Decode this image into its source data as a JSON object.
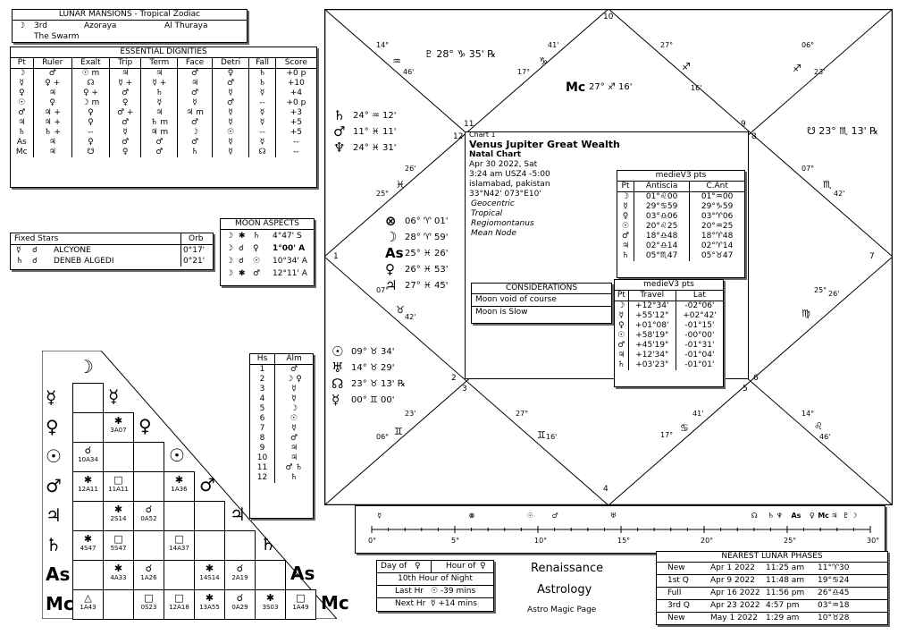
{
  "lunar_mansions": {
    "title": "LUNAR MANSIONS - Tropical Zodiac",
    "moon_glyph": "☽",
    "number": "3rd",
    "name": "Azoraya",
    "arabic": "Al Thuraya",
    "english": "The Swarm"
  },
  "dignities": {
    "title": "ESSENTIAL DIGNITIES",
    "headers": [
      "Pt",
      "Ruler",
      "Exalt",
      "Trip",
      "Term",
      "Face",
      "Detri",
      "Fall",
      "Score"
    ],
    "rows": [
      [
        "☽",
        "♂",
        "☉ m",
        "♃",
        "♃",
        "♂",
        "♀",
        "♄",
        "+0 p"
      ],
      [
        "☿",
        "♀ +",
        "☊",
        "☿ +",
        "☿ +",
        "♃",
        "♂",
        "♄",
        "+10"
      ],
      [
        "♀",
        "♃",
        "♀ +",
        "♂",
        "♄",
        "♂",
        "☿",
        "☿",
        "+4"
      ],
      [
        "☉",
        "♀",
        "☽ m",
        "♀",
        "☿",
        "☿",
        "♂",
        "--",
        "+0 p"
      ],
      [
        "♂",
        "♃ +",
        "♀",
        "♂ +",
        "♃",
        "♃ m",
        "☿",
        "☿",
        "+3"
      ],
      [
        "♃",
        "♃ +",
        "♀",
        "♂",
        "♄ m",
        "♂",
        "☿",
        "☿",
        "+5"
      ],
      [
        "♄",
        "♄ +",
        "--",
        "☿",
        "♃ m",
        "☽",
        "☉",
        "--",
        "+5"
      ],
      [
        "As",
        "♃",
        "♀",
        "♂",
        "♂",
        "♂",
        "☿",
        "☿",
        "--"
      ],
      [
        "Mc",
        "♃",
        "☋",
        "♀",
        "♂",
        "♄",
        "☿",
        "☊",
        "--"
      ]
    ]
  },
  "fixed_stars": {
    "header_left": "Fixed Stars",
    "header_right": "Orb",
    "rows": [
      {
        "p1": "☿",
        "asp": "☌",
        "name": "ALCYONE",
        "orb": "0°17'"
      },
      {
        "p1": "♄",
        "asp": "☌",
        "name": "DENEB ALGEDI",
        "orb": "0°21'"
      }
    ]
  },
  "moon_aspects": {
    "title": "MOON ASPECTS",
    "rows": [
      {
        "a": "☽",
        "asp": "✱",
        "b": "♄",
        "val": "4°47' S"
      },
      {
        "a": "☽",
        "asp": "☌",
        "b": "♀",
        "val": "1°00' A"
      },
      {
        "a": "☽",
        "asp": "☌",
        "b": "☉",
        "val": "10°34' A"
      },
      {
        "a": "☽",
        "asp": "✱",
        "b": "♂",
        "val": "12°11' A"
      }
    ]
  },
  "almutens": {
    "headers": [
      "Hs",
      "Alm"
    ],
    "rows": [
      [
        "1",
        "♂"
      ],
      [
        "2",
        "☽ ♀"
      ],
      [
        "3",
        "☿"
      ],
      [
        "4",
        "☿"
      ],
      [
        "5",
        "☽"
      ],
      [
        "6",
        "☉"
      ],
      [
        "7",
        "☿"
      ],
      [
        "8",
        "♂"
      ],
      [
        "9",
        "♃"
      ],
      [
        "10",
        "♃"
      ],
      [
        "11",
        "♂ ♄"
      ],
      [
        "12",
        "♄"
      ]
    ]
  },
  "aspect_grid": {
    "planets": [
      "☽",
      "☿",
      "♀",
      "☉",
      "♂",
      "♃",
      "♄",
      "As",
      "Mc"
    ],
    "cells": [
      {
        "r": 2,
        "c": 1,
        "g": "✱",
        "t": "3A07"
      },
      {
        "r": 3,
        "c": 0,
        "g": "☌",
        "t": "10A34"
      },
      {
        "r": 4,
        "c": 0,
        "g": "✱",
        "t": "12A11"
      },
      {
        "r": 4,
        "c": 1,
        "g": "□",
        "t": "11A11"
      },
      {
        "r": 4,
        "c": 3,
        "g": "✱",
        "t": "1A36"
      },
      {
        "r": 5,
        "c": 1,
        "g": "✱",
        "t": "2S14"
      },
      {
        "r": 5,
        "c": 2,
        "g": "☌",
        "t": "0A52"
      },
      {
        "r": 6,
        "c": 0,
        "g": "✱",
        "t": "4S47"
      },
      {
        "r": 6,
        "c": 1,
        "g": "□",
        "t": "5S47"
      },
      {
        "r": 6,
        "c": 3,
        "g": "□",
        "t": "14A37"
      },
      {
        "r": 7,
        "c": 1,
        "g": "✱",
        "t": "4A33"
      },
      {
        "r": 7,
        "c": 2,
        "g": "☌",
        "t": "1A26"
      },
      {
        "r": 7,
        "c": 4,
        "g": "✱",
        "t": "14S14"
      },
      {
        "r": 7,
        "c": 5,
        "g": "☌",
        "t": "2A19"
      },
      {
        "r": 8,
        "c": 0,
        "g": "△",
        "t": "1A43"
      },
      {
        "r": 8,
        "c": 2,
        "g": "□",
        "t": "0S23"
      },
      {
        "r": 8,
        "c": 3,
        "g": "□",
        "t": "12A18"
      },
      {
        "r": 8,
        "c": 4,
        "g": "✱",
        "t": "13A55"
      },
      {
        "r": 8,
        "c": 5,
        "g": "☌",
        "t": "0A29"
      },
      {
        "r": 8,
        "c": 6,
        "g": "✱",
        "t": "3S03"
      },
      {
        "r": 8,
        "c": 7,
        "g": "□",
        "t": "1A49"
      }
    ]
  },
  "chart": {
    "house_numbers": [
      "10",
      "11",
      "12",
      "9",
      "8",
      "1",
      "7",
      "2",
      "3",
      "6",
      "5",
      "4"
    ],
    "cusps": [
      {
        "deg": "14°",
        "sign": "♒",
        "min": "46'"
      },
      {
        "deg": "17°",
        "sign": "♑",
        "min": "41'"
      },
      {
        "deg": "27°",
        "sign": "♐",
        "min": "16'"
      },
      {
        "deg": "06°",
        "sign": "♐",
        "min": "23'"
      },
      {
        "deg": "07°",
        "sign": "♏",
        "min": "42'"
      },
      {
        "deg": "25°",
        "sign": "♍",
        "min": "26'"
      },
      {
        "deg": "14°",
        "sign": "♌",
        "min": "46'"
      },
      {
        "deg": "17°",
        "sign": "♋",
        "min": "41'"
      },
      {
        "deg": "27°",
        "sign": "♊",
        "min": "16'"
      },
      {
        "deg": "06°",
        "sign": "♊",
        "min": "23'"
      },
      {
        "deg": "07°",
        "sign": "♉",
        "min": "42'"
      },
      {
        "deg": "25°",
        "sign": "♓",
        "min": "26'"
      }
    ],
    "pluto": "♇ 28° ♑ 35' ℞",
    "mc": "27° ♐ 16'",
    "south_node": "☋ 23° ♏ 13' ℞",
    "house12_planets": [
      {
        "g": "♄",
        "v": "24° ♒ 12'"
      },
      {
        "g": "♂",
        "v": "11° ♓ 11'"
      },
      {
        "g": "♆",
        "v": "24° ♓ 31'"
      }
    ],
    "house1_planets": [
      {
        "g": "⊗",
        "v": "06° ♈ 01'"
      },
      {
        "g": "☽",
        "v": "28° ♈ 59'"
      },
      {
        "g": "As",
        "v": "25° ♓ 26'"
      },
      {
        "g": "♀",
        "v": "26° ♓ 53'"
      },
      {
        "g": "♃",
        "v": "27° ♓ 45'"
      }
    ],
    "house2_planets": [
      {
        "g": "☉",
        "v": "09° ♉ 34'"
      },
      {
        "g": "♅",
        "v": "14° ♉ 29'"
      },
      {
        "g": "☊",
        "v": "23° ♉ 13' ℞"
      },
      {
        "g": "☿",
        "v": "00° ♊ 00'"
      }
    ]
  },
  "natal_info": {
    "chart_label": "Chart 1",
    "name": "Venus Jupiter Great Wealth",
    "type": "Natal Chart",
    "date": "Apr 30 2022, Sat",
    "time": "3:24 am  USZ4 -5:00",
    "place": "islamabad, pakistan",
    "coords": "33°N42' 073°E10'",
    "zodiac": "Geocentric",
    "mode": "Tropical",
    "houses": "Regiomontanus",
    "node": "Mean Node"
  },
  "antiscia": {
    "title": "medieV3 pts",
    "headers": [
      "Pt",
      "Antiscia",
      "C.Ant"
    ],
    "rows": [
      [
        "☽",
        "01°♌00",
        "01°♒00"
      ],
      [
        "☿",
        "29°♋59",
        "29°♑59"
      ],
      [
        "♀",
        "03°♎06",
        "03°♈06"
      ],
      [
        "☉",
        "20°♌25",
        "20°♒25"
      ],
      [
        "♂",
        "18°♎48",
        "18°♈48"
      ],
      [
        "♃",
        "02°♎14",
        "02°♈14"
      ],
      [
        "♄",
        "05°♏47",
        "05°♉47"
      ]
    ]
  },
  "considerations": {
    "title": "CONSIDERATIONS",
    "lines": [
      "Moon void of course",
      "Moon is Slow"
    ]
  },
  "travel": {
    "title": "medieV3 pts",
    "headers": [
      "Pt",
      "Travel",
      "Lat"
    ],
    "rows": [
      [
        "☽",
        "+12°34'",
        "-02°06'"
      ],
      [
        "☿",
        "+55'12\"",
        "+02°42'"
      ],
      [
        "♀",
        "+01°08'",
        "-01°15'"
      ],
      [
        "☉",
        "+58'19\"",
        "-00°00'"
      ],
      [
        "♂",
        "+45'19\"",
        "-01°31'"
      ],
      [
        "♃",
        "+12'34\"",
        "-01°04'"
      ],
      [
        "♄",
        "+03'23\"",
        "-01°01'"
      ]
    ]
  },
  "scale": {
    "ticks": [
      "0°",
      "5°",
      "10°",
      "15°",
      "20°",
      "25°",
      "30°"
    ],
    "planets": [
      {
        "g": "☿",
        "deg": 0.5
      },
      {
        "g": "⊗",
        "deg": 6
      },
      {
        "g": "☉",
        "deg": 9.5
      },
      {
        "g": "♂",
        "deg": 11
      },
      {
        "g": "♅",
        "deg": 14.5
      },
      {
        "g": "☊",
        "deg": 23
      },
      {
        "g": "♄",
        "deg": 24
      },
      {
        "g": "♆",
        "deg": 24.5
      },
      {
        "g": "As",
        "deg": 25.4
      },
      {
        "g": "♀",
        "deg": 26.5
      },
      {
        "g": "Mc",
        "deg": 27
      },
      {
        "g": "♃",
        "deg": 27.8
      },
      {
        "g": "♇",
        "deg": 28.5
      },
      {
        "g": "☽",
        "deg": 29
      }
    ]
  },
  "hours": {
    "day_of_label": "Day of",
    "day_of": "♀",
    "hour_of_label": "Hour of",
    "hour_of": "♀",
    "night": "10th Hour of Night",
    "last_label": "Last Hr",
    "last": "☉ -39 mins",
    "next_label": "Next Hr",
    "next": "☿ +14 mins"
  },
  "brand": {
    "line1": "Renaissance",
    "line2": "Astrology",
    "line3": "Astro Magic Page"
  },
  "lunar_phases": {
    "title": "NEAREST LUNAR PHASES",
    "rows": [
      [
        "New",
        "Apr 1 2022",
        "11:25 am",
        "11°♈30"
      ],
      [
        "1st Q",
        "Apr 9 2022",
        "11:48 am",
        "19°♋24"
      ],
      [
        "Full",
        "Apr 16 2022",
        "11:56 pm",
        "26°♎45"
      ],
      [
        "3rd Q",
        "Apr 23 2022",
        "4:57 pm",
        "03°♒18"
      ],
      [
        "New",
        "May 1 2022",
        "1:29 am",
        "10°♉28"
      ]
    ]
  }
}
